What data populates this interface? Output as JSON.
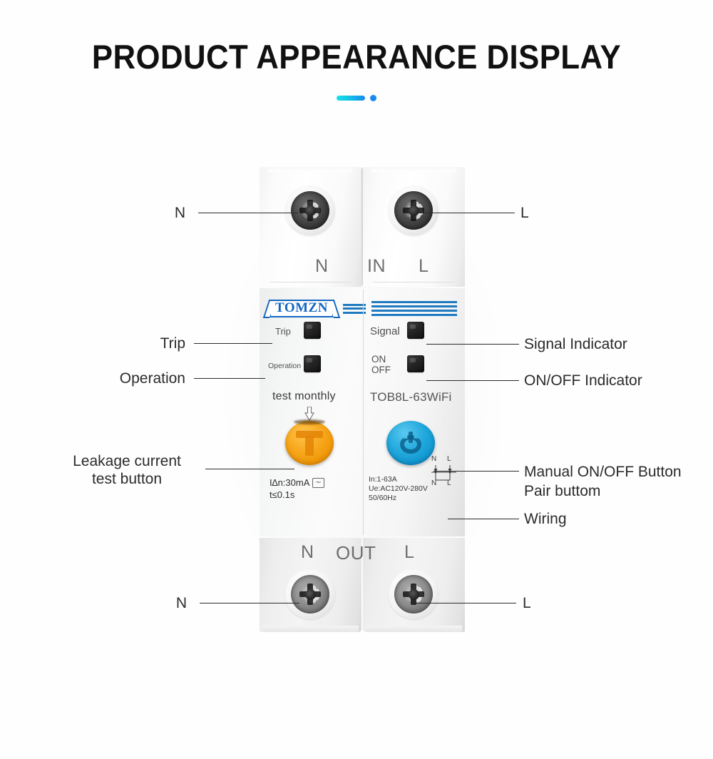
{
  "header": {
    "title": "PRODUCT APPEARANCE DISPLAY",
    "accent_cyan": "#1ae0e8",
    "accent_blue": "#1789f0"
  },
  "device": {
    "brand": "TOMZN",
    "model": "TOB8L-63WiFi",
    "top_terminals": {
      "left_label": "N",
      "center_label": "IN",
      "right_label": "L"
    },
    "bottom_terminals": {
      "left_label": "N",
      "center_label": "OUT",
      "right_label": "L"
    },
    "indicators": {
      "trip": "Trip",
      "operation": "Operation",
      "signal": "Signal",
      "on": "ON",
      "off": "OFF"
    },
    "test_button": {
      "note": "test monthly",
      "glyph": "T"
    },
    "power_button": {
      "glyph": "power-symbol"
    },
    "specs_left": {
      "line1": "I∆n:30mA",
      "line2": "t≤0.1s",
      "ac_symbol": "∼"
    },
    "specs_right": {
      "line1": "In:1-63A",
      "line2": "Ue:AC120V-280V",
      "line3": "50/60Hz"
    },
    "wiring_diagram": {
      "top_left": "N",
      "top_right": "L",
      "bottom_left": "N",
      "bottom_right": "L"
    }
  },
  "callouts": {
    "left": [
      {
        "id": "n-in",
        "text": "N"
      },
      {
        "id": "trip",
        "text": "Trip"
      },
      {
        "id": "operation",
        "text": "Operation"
      },
      {
        "id": "leakage-test",
        "text": "Leakage current\ntest button"
      },
      {
        "id": "n-out",
        "text": "N"
      }
    ],
    "right": [
      {
        "id": "l-in",
        "text": "L"
      },
      {
        "id": "signal-indicator",
        "text": "Signal Indicator"
      },
      {
        "id": "onoff-indicator",
        "text": "ON/OFF Indicator"
      },
      {
        "id": "manual-onoff",
        "text": "Manual ON/OFF Button\nPair buttom"
      },
      {
        "id": "wiring",
        "text": "Wiring"
      },
      {
        "id": "l-out",
        "text": "L"
      }
    ]
  }
}
